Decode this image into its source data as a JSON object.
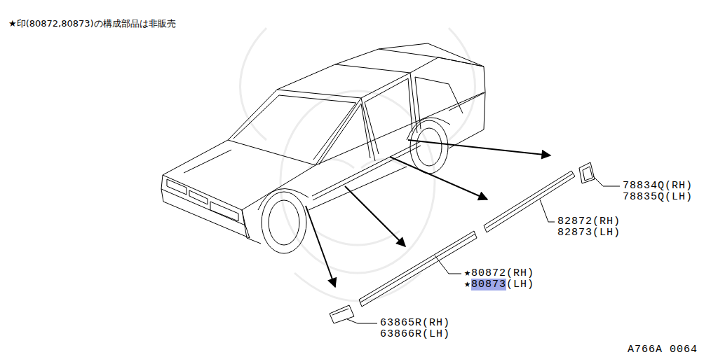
{
  "diagram": {
    "labels": [
      "★印(80872,80873)の構成部品は非販売",
      "78834Q(RH)",
      "78835Q(LH)",
      "82872(RH)",
      "82873(LH)",
      "★80872(RH)",
      "★80873(LH)",
      "63865R(RH)",
      "63866R(LH)",
      "A766A 0064"
    ]
  }
}
